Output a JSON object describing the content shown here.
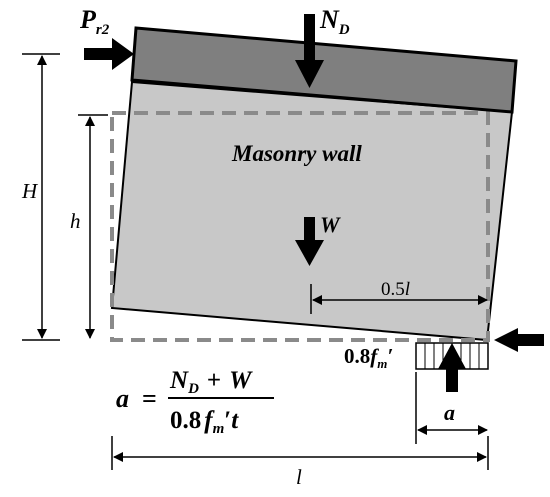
{
  "labels": {
    "Pr2_main": "P",
    "Pr2_sub": "r2",
    "ND_main": "N",
    "ND_sub": "D",
    "W": "W",
    "title": "Masonry wall",
    "H": "H",
    "h": "h",
    "half_l_num": "0.5",
    "half_l_var": "l",
    "l": "l",
    "a": "a",
    "fm_coef": "0.8",
    "fm_var": "f",
    "fm_sub": "m",
    "fm_prime": "′"
  },
  "formula": {
    "lhs": "a",
    "eq": "=",
    "num_N": "N",
    "num_N_sub": "D",
    "num_plus": "+",
    "num_W": "W",
    "den_coef": "0.8",
    "den_f": "f",
    "den_m": "m",
    "den_prime": "′",
    "den_t": "t"
  },
  "colors": {
    "wall": "#c8c8c8",
    "beam": "#7f7f7f",
    "dashed": "#8a8a8a",
    "line": "#000000"
  }
}
